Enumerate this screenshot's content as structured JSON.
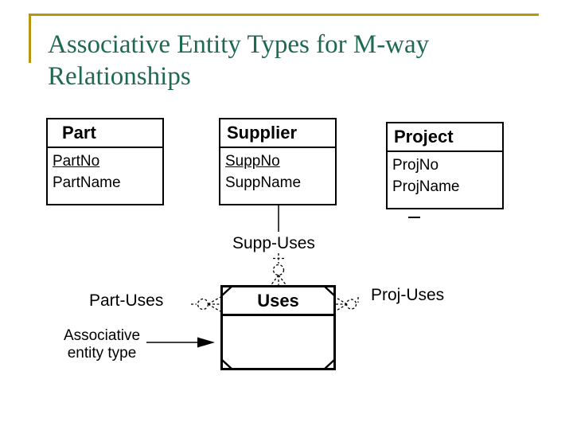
{
  "slide": {
    "title": "Associative Entity Types for M-way Relationships",
    "title_color": "#1D6A4F",
    "accent_color": "#B6970F",
    "background_color": "#FFFFFF"
  },
  "diagram": {
    "entities": [
      {
        "name": "Part",
        "attributes": [
          {
            "text": "PartNo",
            "underlined": true
          },
          {
            "text": "PartName",
            "underlined": false
          }
        ]
      },
      {
        "name": "Supplier",
        "attributes": [
          {
            "text": "SuppNo",
            "underlined": true
          },
          {
            "text": "SuppName",
            "underlined": false
          }
        ]
      },
      {
        "name": "Project",
        "attributes": [
          {
            "text": "ProjNo",
            "underlined": false
          },
          {
            "text": "ProjName",
            "underlined": false
          }
        ]
      }
    ],
    "associative_entity": {
      "name": "Uses"
    },
    "relationships": [
      {
        "label": "Supp-Uses",
        "position": "top"
      },
      {
        "label": "Part-Uses",
        "position": "left"
      },
      {
        "label": "Proj-Uses",
        "position": "right"
      }
    ],
    "annotation": {
      "label": "Associative entity type"
    }
  }
}
